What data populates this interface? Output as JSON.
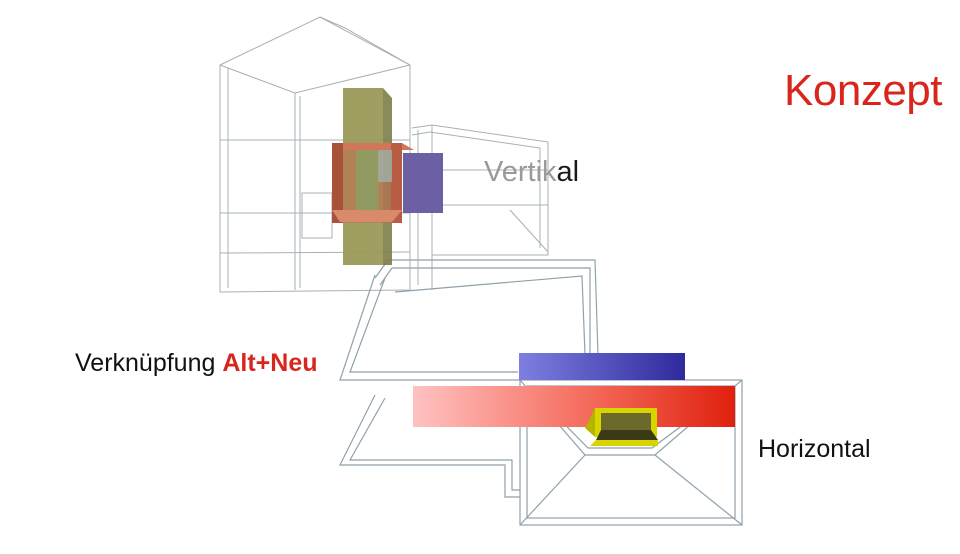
{
  "slide": {
    "title": "Konzept",
    "label_vertikal": {
      "main": "Vertik",
      "tail": "al"
    },
    "label_verknuepfung": {
      "main": "Verknüpfung ",
      "accent": "Alt+Neu"
    },
    "label_horizontal": "Horizontal"
  },
  "colors": {
    "title": "#d8261c",
    "accent": "#d8261c",
    "wireframe": "#9aa6ad",
    "vertical_shaft": "#9a9a5c",
    "vertical_box": "#b55e42",
    "vertical_panel": "#6e5fa2",
    "horizontal_top_bar": "#3b33a8",
    "horizontal_bottom_bar": "#e0281a",
    "connector_box": "#d4d000"
  }
}
